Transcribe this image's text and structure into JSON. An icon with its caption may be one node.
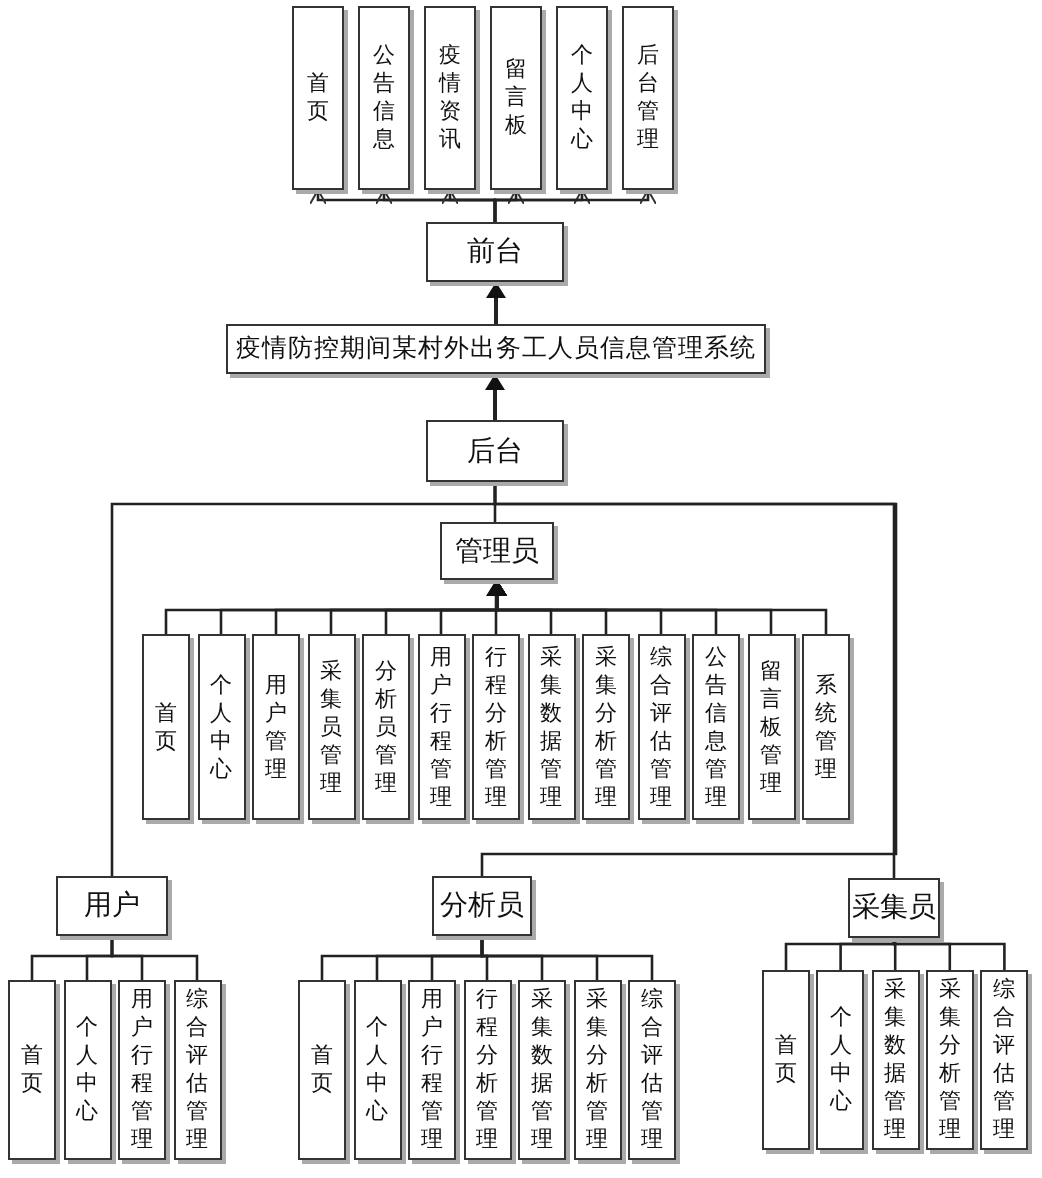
{
  "diagram": {
    "nodes": [
      {
        "text": [
          "首页"
        ]
      },
      {
        "text": [
          "公告信息"
        ]
      },
      {
        "text": [
          "疫情资讯"
        ]
      },
      {
        "text": [
          "留言板"
        ]
      },
      {
        "text": [
          "个人中心"
        ]
      },
      {
        "text": [
          "后台管理"
        ]
      },
      {
        "text": [
          "前台"
        ]
      },
      {
        "text": [
          "疫情防控期间某村外出务工人员信息管理系统"
        ]
      },
      {
        "text": [
          "后台"
        ]
      },
      {
        "text": [
          "管理员"
        ]
      },
      {
        "text": [
          "首页"
        ]
      },
      {
        "text": [
          "个人中心"
        ]
      },
      {
        "text": [
          "用户管理"
        ]
      },
      {
        "text": [
          "采集员管理"
        ]
      },
      {
        "text": [
          "分析员管理"
        ]
      },
      {
        "text": [
          "用户行程管理"
        ]
      },
      {
        "text": [
          "行程分析管理"
        ]
      },
      {
        "text": [
          "采集数据管理"
        ]
      },
      {
        "text": [
          "采集分析管理"
        ]
      },
      {
        "text": [
          "综合评估管理"
        ]
      },
      {
        "text": [
          "公告信息管理"
        ]
      },
      {
        "text": [
          "留言板管理"
        ]
      },
      {
        "text": [
          "系统管理"
        ]
      },
      {
        "text": [
          "用户"
        ]
      },
      {
        "text": [
          "分析员"
        ]
      },
      {
        "text": [
          "采集员"
        ]
      },
      {
        "text": [
          "首页"
        ]
      },
      {
        "text": [
          "个人中心"
        ]
      },
      {
        "text": [
          "用户行程管理"
        ]
      },
      {
        "text": [
          "综合评估管理"
        ]
      },
      {
        "text": [
          "首页"
        ]
      },
      {
        "text": [
          "个人中心"
        ]
      },
      {
        "text": [
          "用户行程管理"
        ]
      },
      {
        "text": [
          "行程分析管理"
        ]
      },
      {
        "text": [
          "采集数据管理"
        ]
      },
      {
        "text": [
          "采集分析管理"
        ]
      },
      {
        "text": [
          "综合评估管理"
        ]
      },
      {
        "text": [
          "首页"
        ]
      },
      {
        "text": [
          "个人中心"
        ]
      },
      {
        "text": [
          "采集数据管理"
        ]
      },
      {
        "text": [
          "采集分析管理"
        ]
      },
      {
        "text": [
          "综合评估管理"
        ]
      }
    ],
    "edges": [
      {
        "from": 8,
        "to": 7,
        "arrow": "to"
      },
      {
        "from": 7,
        "to": 6,
        "arrow": "to"
      },
      {
        "from": 6,
        "to": 0,
        "arrow": "to"
      },
      {
        "from": 6,
        "to": 1,
        "arrow": "to"
      },
      {
        "from": 6,
        "to": 2,
        "arrow": "to"
      },
      {
        "from": 6,
        "to": 3,
        "arrow": "to"
      },
      {
        "from": 6,
        "to": 4,
        "arrow": "to"
      },
      {
        "from": 6,
        "to": 5,
        "arrow": "to"
      },
      {
        "from": 8,
        "to": 9,
        "arrow": "none"
      },
      {
        "from": 8,
        "to": 23,
        "arrow": "none"
      },
      {
        "from": 8,
        "to": 24,
        "arrow": "none"
      },
      {
        "from": 8,
        "to": 25,
        "arrow": "none"
      },
      {
        "from": 10,
        "to": 9,
        "arrow": "to"
      },
      {
        "from": 11,
        "to": 9,
        "arrow": "to"
      },
      {
        "from": 12,
        "to": 9,
        "arrow": "to"
      },
      {
        "from": 13,
        "to": 9,
        "arrow": "to"
      },
      {
        "from": 14,
        "to": 9,
        "arrow": "to"
      },
      {
        "from": 15,
        "to": 9,
        "arrow": "to"
      },
      {
        "from": 16,
        "to": 9,
        "arrow": "to"
      },
      {
        "from": 17,
        "to": 9,
        "arrow": "to"
      },
      {
        "from": 18,
        "to": 9,
        "arrow": "to"
      },
      {
        "from": 19,
        "to": 9,
        "arrow": "to"
      },
      {
        "from": 20,
        "to": 9,
        "arrow": "to"
      },
      {
        "from": 21,
        "to": 9,
        "arrow": "to"
      },
      {
        "from": 22,
        "to": 9,
        "arrow": "to"
      },
      {
        "from": 26,
        "to": 23,
        "arrow": "none"
      },
      {
        "from": 27,
        "to": 23,
        "arrow": "none"
      },
      {
        "from": 28,
        "to": 23,
        "arrow": "none"
      },
      {
        "from": 29,
        "to": 23,
        "arrow": "none"
      },
      {
        "from": 30,
        "to": 24,
        "arrow": "none"
      },
      {
        "from": 31,
        "to": 24,
        "arrow": "none"
      },
      {
        "from": 32,
        "to": 24,
        "arrow": "none"
      },
      {
        "from": 33,
        "to": 24,
        "arrow": "none"
      },
      {
        "from": 34,
        "to": 24,
        "arrow": "none"
      },
      {
        "from": 35,
        "to": 24,
        "arrow": "none"
      },
      {
        "from": 36,
        "to": 24,
        "arrow": "none"
      },
      {
        "from": 37,
        "to": 25,
        "arrow": "none"
      },
      {
        "from": 38,
        "to": 25,
        "arrow": "none"
      },
      {
        "from": 39,
        "to": 25,
        "arrow": "none"
      },
      {
        "from": 40,
        "to": 25,
        "arrow": "none"
      },
      {
        "from": 41,
        "to": 25,
        "arrow": "none"
      }
    ]
  }
}
